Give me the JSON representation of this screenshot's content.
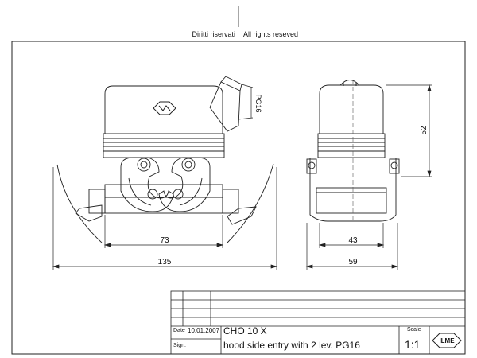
{
  "header": {
    "left_text": "Diritti riservati",
    "right_text": "All rights reseved"
  },
  "dimensions": {
    "front_inner_width": "73",
    "front_overall_width": "135",
    "side_inner_width": "43",
    "side_overall_width": "59",
    "side_height": "52",
    "cable_entry": "PG16"
  },
  "title_block": {
    "date_label": "Date",
    "date_value": "10.01.2007",
    "sign_label": "Sign.",
    "product_code": "CHO 10 X",
    "description": "hood side entry with 2 lev. PG16",
    "scale_label": "Scale",
    "scale_value": "1:1",
    "logo_text": "ILME"
  },
  "colors": {
    "line": "#222222",
    "hidden_line": "#555555",
    "background": "#ffffff"
  }
}
